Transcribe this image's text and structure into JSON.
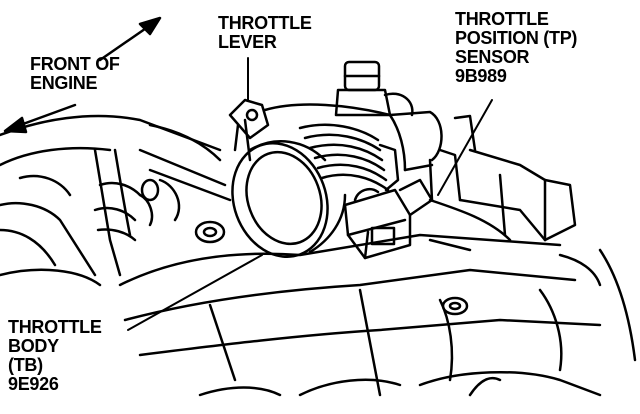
{
  "labels": {
    "front_of_engine": [
      "FRONT OF",
      "ENGINE"
    ],
    "throttle_lever": [
      "THROTTLE",
      "LEVER"
    ],
    "tp_sensor": [
      "THROTTLE",
      "POSITION (TP)",
      "SENSOR",
      "9B989"
    ],
    "throttle_body": [
      "THROTTLE",
      "BODY",
      "(TB)",
      "9E926"
    ]
  },
  "colors": {
    "ink": "#000000",
    "paper": "#ffffff"
  }
}
